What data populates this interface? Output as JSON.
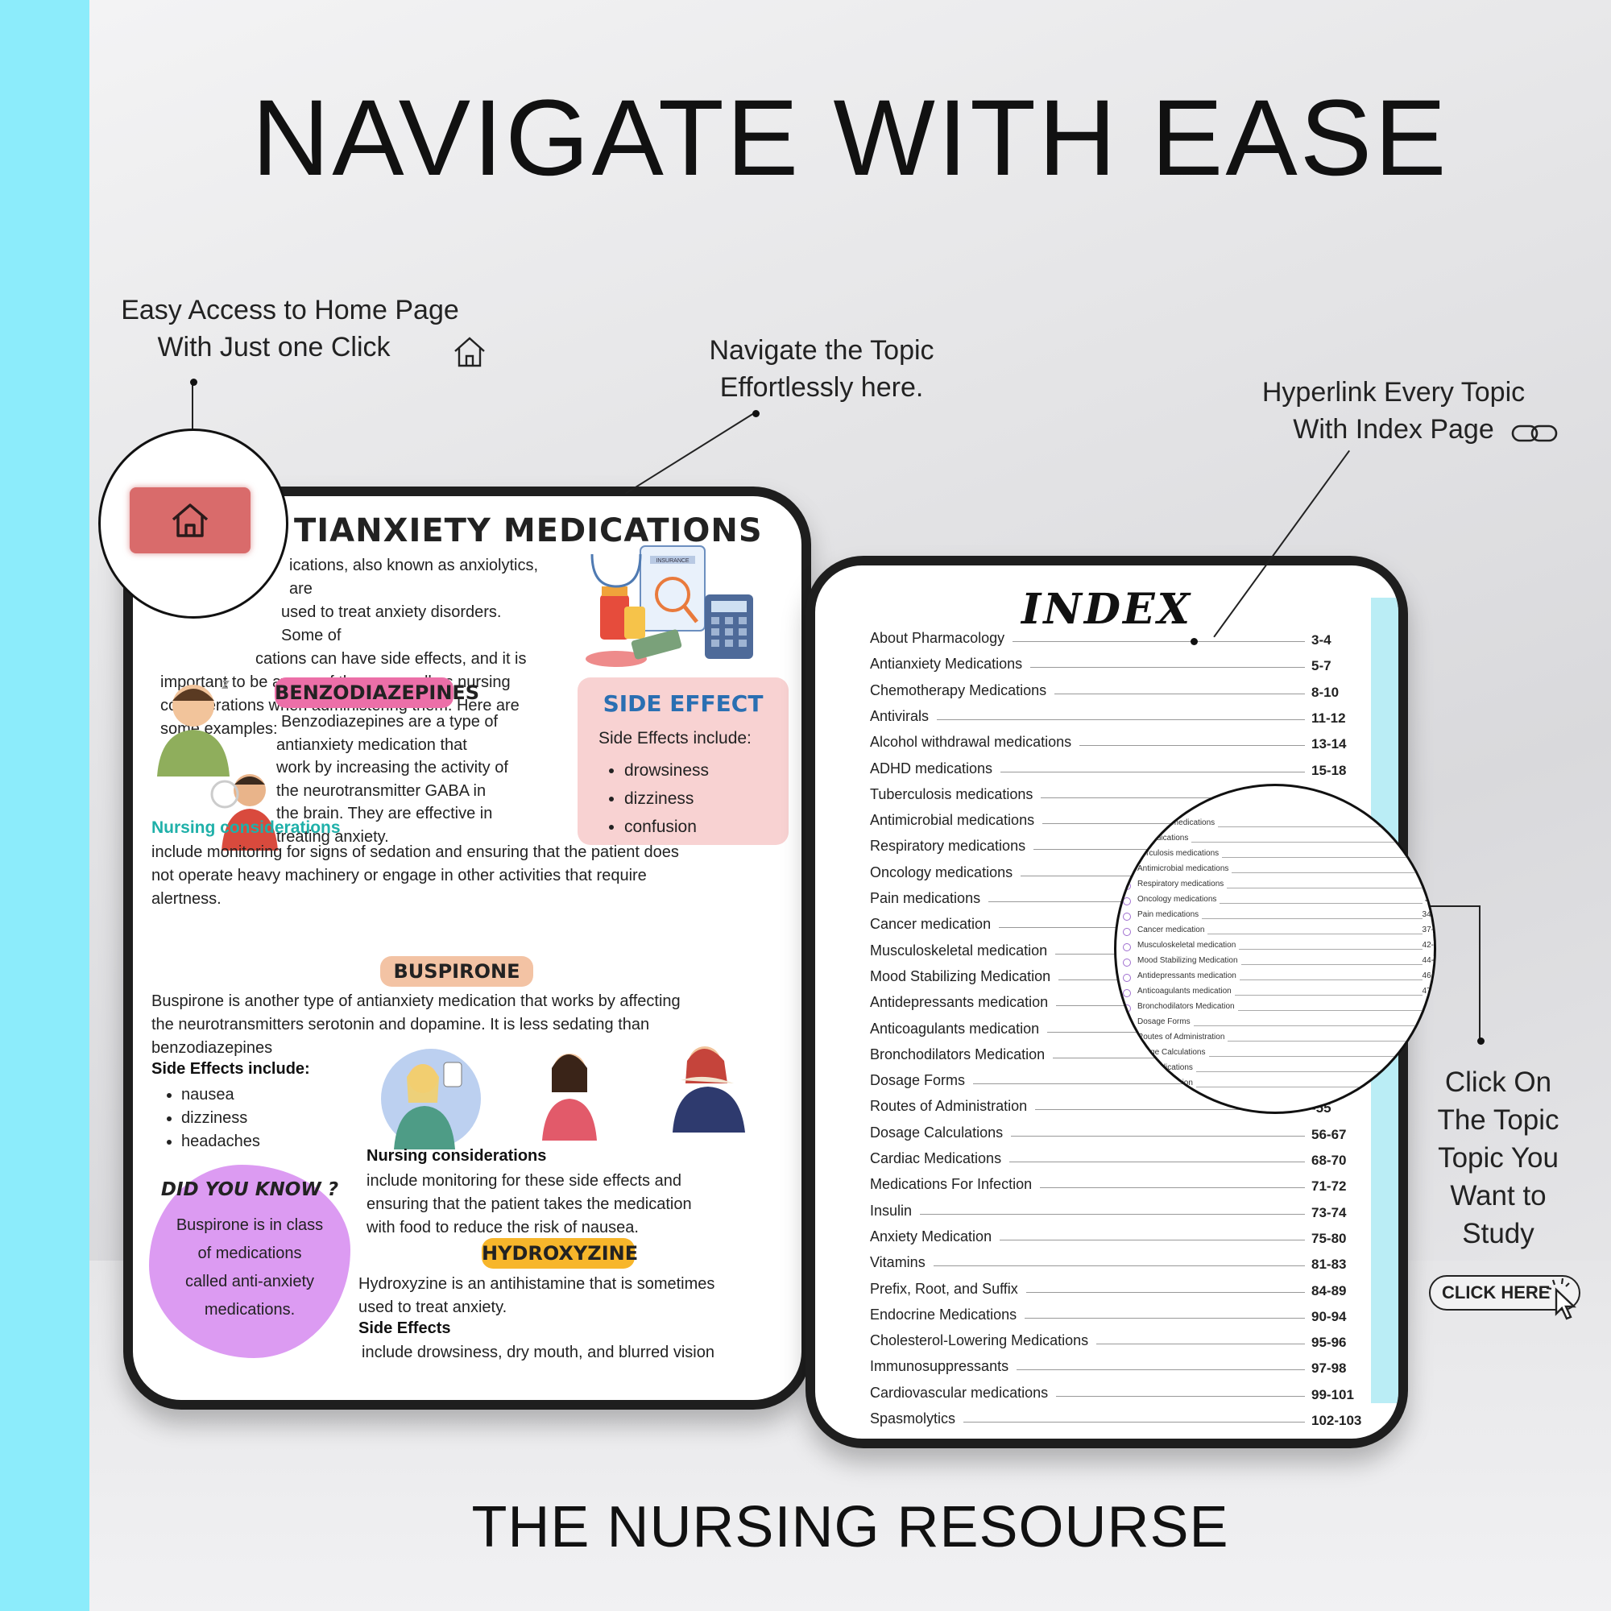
{
  "headline": "NAVIGATE WITH EASE",
  "footer_title": "THE NURSING RESOURSE",
  "callouts": {
    "home": [
      "Easy Access to Home Page",
      "With Just one Click"
    ],
    "topic": [
      "Navigate the Topic",
      "Effortlessly here."
    ],
    "hyperlink": [
      "Hyperlink Every Topic",
      "With Index Page"
    ],
    "click_on": [
      "Click On",
      "The Topic",
      "Topic You",
      "Want to",
      "Study"
    ]
  },
  "click_here": "CLICK HERE",
  "left_doc": {
    "title": "TIANXIETY MEDICATIONS",
    "intro": [
      "ications, also known as anxiolytics, are",
      "used to treat anxiety disorders. Some of",
      "cations can have side effects, and it is",
      "important to be aware of these as well as nursing",
      "considerations when administering them. Here are",
      "some examples:"
    ],
    "benzo_pill": "BENZODIAZEPINES",
    "benzo_text": [
      "Benzodiazepines are a type of",
      "antianxiety medication that",
      "work by increasing the activity of",
      "the neurotransmitter GABA in",
      "the brain. They are effective in",
      "treating anxiety."
    ],
    "side_effect": {
      "title": "SIDE EFFECT",
      "sub": "Side Effects include:",
      "items": [
        "drowsiness",
        "dizziness",
        "confusion"
      ]
    },
    "nursing_h": "Nursing considerations",
    "nursing_text": [
      "include monitoring for signs of sedation and ensuring that the patient does",
      "not operate heavy machinery or engage in other activities that require",
      "alertness."
    ],
    "buspirone_pill": "BUSPIRONE",
    "buspirone_text": [
      "Buspirone is another type of antianxiety medication that works by affecting",
      "the neurotransmitters serotonin and dopamine. It is less sedating than",
      "benzodiazepines"
    ],
    "side_effects_h": "Side Effects include:",
    "buspirone_effects": [
      "nausea",
      "dizziness",
      "headaches"
    ],
    "nursing2_h": "Nursing considerations",
    "nursing2_text": [
      "include monitoring for these side effects and",
      "ensuring that the patient takes the medication",
      "with food to reduce the risk of nausea."
    ],
    "did_you_know": {
      "title": "DID YOU KNOW ?",
      "text": [
        "Buspirone is in class",
        "of medications",
        "called anti-anxiety",
        "medications."
      ]
    },
    "hydroxyzine_pill": "HYDROXYZINE",
    "hydroxyzine_text": [
      "Hydroxyzine is an antihistamine that is sometimes",
      "used to treat anxiety."
    ],
    "side_effects2_h": "Side Effects",
    "side_effects2_text": "include drowsiness, dry mouth, and blurred vision",
    "insurance_label": "INSURANCE"
  },
  "index": {
    "title": "INDEX",
    "rows": [
      {
        "name": "About Pharmacology",
        "pages": "3-4"
      },
      {
        "name": "Antianxiety Medications",
        "pages": "5-7"
      },
      {
        "name": "Chemotherapy Medications",
        "pages": "8-10"
      },
      {
        "name": "Antivirals",
        "pages": "11-12"
      },
      {
        "name": "Alcohol withdrawal medications",
        "pages": "13-14"
      },
      {
        "name": "ADHD medications",
        "pages": "15-18"
      },
      {
        "name": "Tuberculosis medications",
        "pages": ""
      },
      {
        "name": "Antimicrobial medications",
        "pages": ""
      },
      {
        "name": "Respiratory medications",
        "pages": ""
      },
      {
        "name": "Oncology medications",
        "pages": ""
      },
      {
        "name": "Pain medications",
        "pages": ""
      },
      {
        "name": "Cancer medication",
        "pages": ""
      },
      {
        "name": "Musculoskeletal medication",
        "pages": ""
      },
      {
        "name": "Mood Stabilizing Medication",
        "pages": ""
      },
      {
        "name": "Antidepressants medication",
        "pages": ""
      },
      {
        "name": "Anticoagulants medication",
        "pages": ""
      },
      {
        "name": "Bronchodilators Medication",
        "pages": ""
      },
      {
        "name": "Dosage Forms",
        "pages": ""
      },
      {
        "name": "Routes of Administration",
        "pages": "-55"
      },
      {
        "name": "Dosage Calculations",
        "pages": "56-67"
      },
      {
        "name": "Cardiac Medications",
        "pages": "68-70"
      },
      {
        "name": "Medications For Infection",
        "pages": "71-72"
      },
      {
        "name": "Insulin",
        "pages": "73-74"
      },
      {
        "name": "Anxiety Medication",
        "pages": "75-80"
      },
      {
        "name": "Vitamins",
        "pages": "81-83"
      },
      {
        "name": "Prefix, Root, and Suffix",
        "pages": "84-89"
      },
      {
        "name": "Endocrine Medications",
        "pages": "90-94"
      },
      {
        "name": "Cholesterol-Lowering Medications",
        "pages": "95-96"
      },
      {
        "name": "Immunosuppressants",
        "pages": "97-98"
      },
      {
        "name": "Cardiovascular medications",
        "pages": "99-101"
      },
      {
        "name": "Spasmolytics",
        "pages": "102-103"
      }
    ]
  },
  "magnifier": {
    "rows": [
      {
        "name": "ithdrawal medications",
        "pages": ""
      },
      {
        "name": "D medications",
        "pages": ""
      },
      {
        "name": "berculosis medications",
        "pages": ""
      },
      {
        "name": "Antimicrobial medications",
        "pages": ""
      },
      {
        "name": "Respiratory medications",
        "pages": "2"
      },
      {
        "name": "Oncology medications",
        "pages": "30"
      },
      {
        "name": "Pain medications",
        "pages": "34-"
      },
      {
        "name": "Cancer medication",
        "pages": "37-"
      },
      {
        "name": "Musculoskeletal medication",
        "pages": "42-"
      },
      {
        "name": "Mood Stabilizing Medication",
        "pages": "44-"
      },
      {
        "name": "Antidepressants medication",
        "pages": "46-"
      },
      {
        "name": "Anticoagulants medication",
        "pages": "47-"
      },
      {
        "name": "Bronchodilators Medication",
        "pages": "49"
      },
      {
        "name": "Dosage Forms",
        "pages": ""
      },
      {
        "name": "Routes of Administration",
        "pages": ""
      },
      {
        "name": "osage Calculations",
        "pages": ""
      },
      {
        "name": "iac Medications",
        "pages": ""
      },
      {
        "name": "ns For Infection",
        "pages": ""
      }
    ]
  }
}
